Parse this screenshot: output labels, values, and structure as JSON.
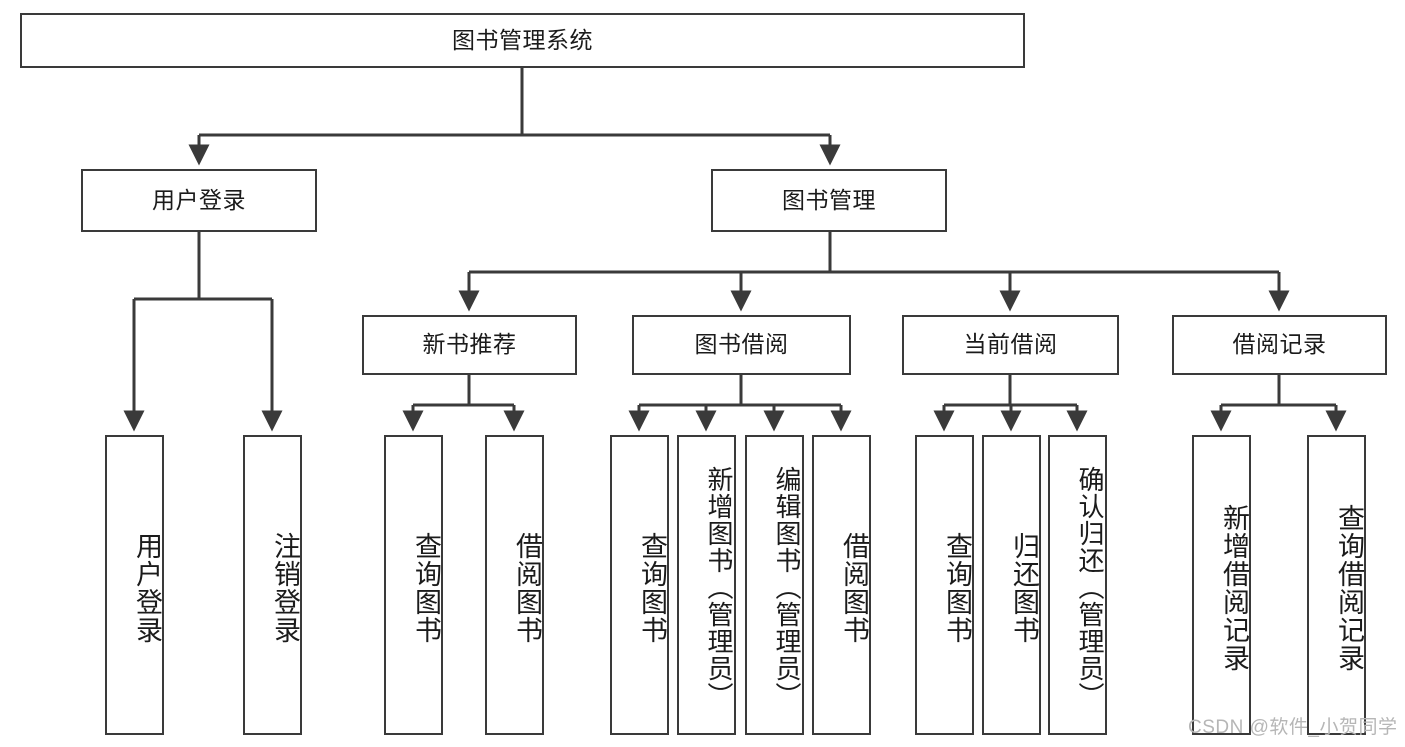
{
  "diagram": {
    "title_node": {
      "label": "图书管理系统"
    },
    "level2": [
      {
        "label": "用户登录"
      },
      {
        "label": "图书管理"
      }
    ],
    "level3": [
      {
        "label": "新书推荐"
      },
      {
        "label": "图书借阅"
      },
      {
        "label": "当前借阅"
      },
      {
        "label": "借阅记录"
      }
    ],
    "leaves": {
      "user_login": [
        {
          "label": "用户登录"
        },
        {
          "label": "注销登录"
        }
      ],
      "new_book_recommend": [
        {
          "label": "查询图书"
        },
        {
          "label": "借阅图书"
        }
      ],
      "book_borrow": [
        {
          "label": "查询图书"
        },
        {
          "label": "新增图书（管理员）"
        },
        {
          "label": "编辑图书（管理员）"
        },
        {
          "label": "借阅图书"
        }
      ],
      "current_borrow": [
        {
          "label": "查询图书"
        },
        {
          "label": "归还图书"
        },
        {
          "label": "确认归还（管理员）"
        }
      ],
      "borrow_record": [
        {
          "label": "新增借阅记录"
        },
        {
          "label": "查询借阅记录"
        }
      ]
    }
  },
  "watermark": {
    "text": "CSDN @软件_小贺同学"
  },
  "colors": {
    "border": "#3a3a3a",
    "line": "#3a3a3a",
    "text": "#1b1b1b",
    "background": "#ffffff",
    "watermark": "#b6b6b6"
  }
}
